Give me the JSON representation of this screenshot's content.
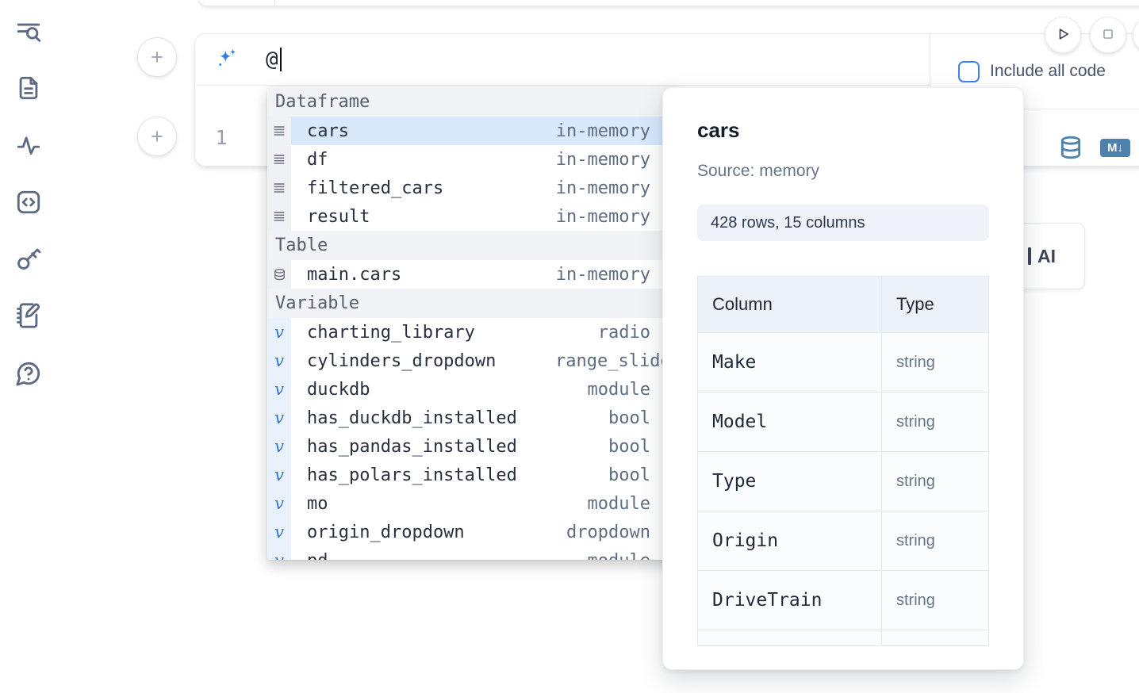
{
  "sidebar": {
    "items": [
      {
        "name": "explorer-search",
        "icon": "search-list-icon"
      },
      {
        "name": "files",
        "icon": "file-text-icon"
      },
      {
        "name": "dependencies",
        "icon": "activity-icon"
      },
      {
        "name": "snippets",
        "icon": "code-square-icon"
      },
      {
        "name": "secrets",
        "icon": "key-icon"
      },
      {
        "name": "scratchpad",
        "icon": "notebook-pen-icon"
      },
      {
        "name": "help",
        "icon": "help-chat-icon"
      }
    ]
  },
  "add_cell_button_label": "+",
  "run_controls": {
    "icons": [
      "play-icon",
      "stop-icon",
      "partial-circle-button"
    ]
  },
  "ai_input": {
    "value": "@",
    "icon": "sparkles-icon",
    "include_all_code_label": "Include all code",
    "include_all_code_checked": false
  },
  "editor": {
    "line_number": "1",
    "icons": [
      "database-icon",
      "markdown-icon"
    ],
    "markdown_badge_text": "M↓"
  },
  "autocomplete": {
    "sections": [
      {
        "label": "Dataframe",
        "items": [
          {
            "name": "cars",
            "type": "in-memory",
            "icon": "dataframe-icon",
            "selected": true
          },
          {
            "name": "df",
            "type": "in-memory",
            "icon": "dataframe-icon"
          },
          {
            "name": "filtered_cars",
            "type": "in-memory",
            "icon": "dataframe-icon"
          },
          {
            "name": "result",
            "type": "in-memory",
            "icon": "dataframe-icon"
          }
        ]
      },
      {
        "label": "Table",
        "items": [
          {
            "name": "main.cars",
            "type": "in-memory",
            "icon": "table-icon"
          }
        ]
      },
      {
        "label": "Variable",
        "items": [
          {
            "name": "charting_library",
            "type": "radio",
            "icon": "variable-icon"
          },
          {
            "name": "cylinders_dropdown",
            "type": "range_slider",
            "icon": "variable-icon"
          },
          {
            "name": "duckdb",
            "type": "module",
            "icon": "variable-icon"
          },
          {
            "name": "has_duckdb_installed",
            "type": "bool",
            "icon": "variable-icon"
          },
          {
            "name": "has_pandas_installed",
            "type": "bool",
            "icon": "variable-icon"
          },
          {
            "name": "has_polars_installed",
            "type": "bool",
            "icon": "variable-icon"
          },
          {
            "name": "mo",
            "type": "module",
            "icon": "variable-icon"
          },
          {
            "name": "origin_dropdown",
            "type": "dropdown",
            "icon": "variable-icon"
          },
          {
            "name": "pd",
            "type": "module",
            "icon": "variable-icon",
            "clipped": true
          }
        ]
      }
    ]
  },
  "preview": {
    "title": "cars",
    "source_label": "Source: memory",
    "shape_badge": "428 rows, 15 columns",
    "table": {
      "headers": [
        "Column",
        "Type"
      ],
      "rows": [
        [
          "Make",
          "string"
        ],
        [
          "Model",
          "string"
        ],
        [
          "Type",
          "string"
        ],
        [
          "Origin",
          "string"
        ],
        [
          "DriveTrain",
          "string"
        ]
      ],
      "has_clipped_row": true
    }
  },
  "generate_ai_button": {
    "label": "AI"
  },
  "colors": {
    "accent": "#3d83f6",
    "selected_row": "#d8e9fc",
    "cell_icon_blue": "#4e82ae",
    "sidebar_icon": "#5d6a84"
  }
}
